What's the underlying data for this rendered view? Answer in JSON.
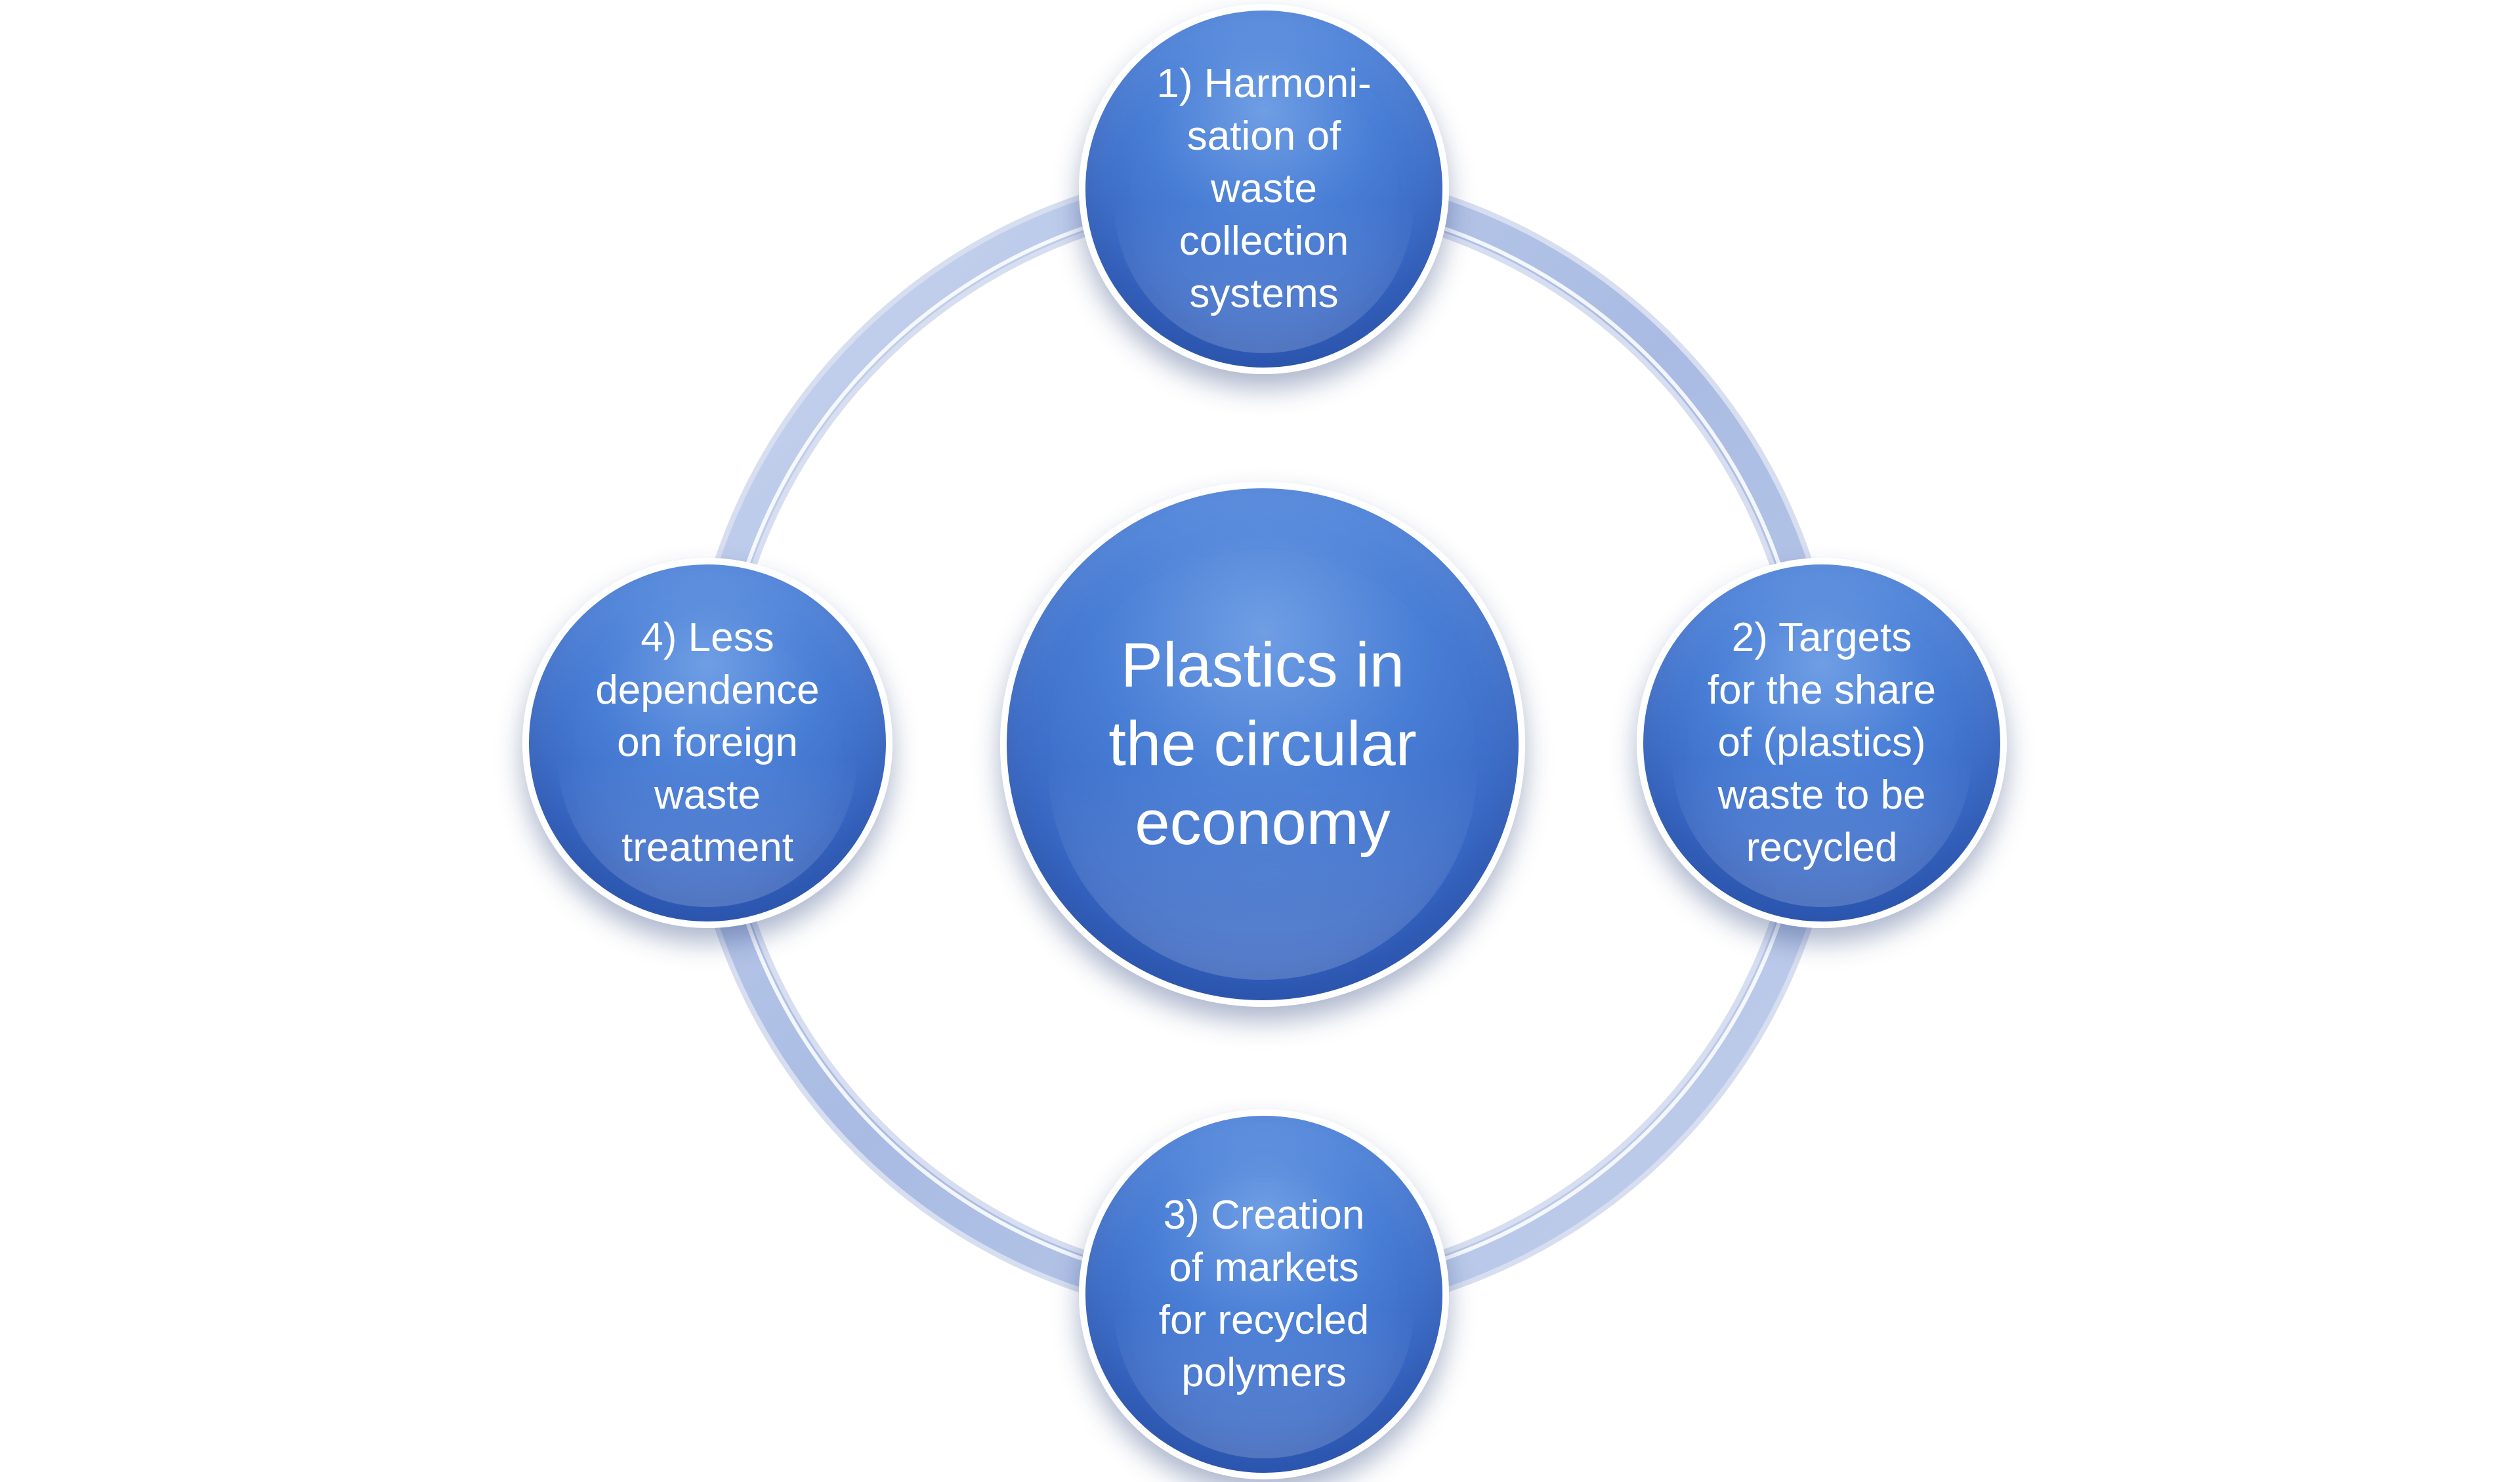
{
  "diagram": {
    "center": {
      "label": "Plastics in\nthe circular\neconomy"
    },
    "nodes": [
      {
        "label": "1) Harmoni-\nsation of\nwaste\ncollection\nsystems"
      },
      {
        "label": "2) Targets\nfor the share\nof (plastics)\nwaste to be\nrecycled"
      },
      {
        "label": "3) Creation\nof markets\nfor recycled\npolymers"
      },
      {
        "label": "4) Less\ndependence\non foreign\nwaste\ntreatment"
      }
    ],
    "colors": {
      "node_fill": "#3f6fcc",
      "node_fill_light": "#6f9ee4",
      "node_fill_dark": "#2f5cb6",
      "ring": "#b3c3e5",
      "text": "#ffffff"
    }
  }
}
